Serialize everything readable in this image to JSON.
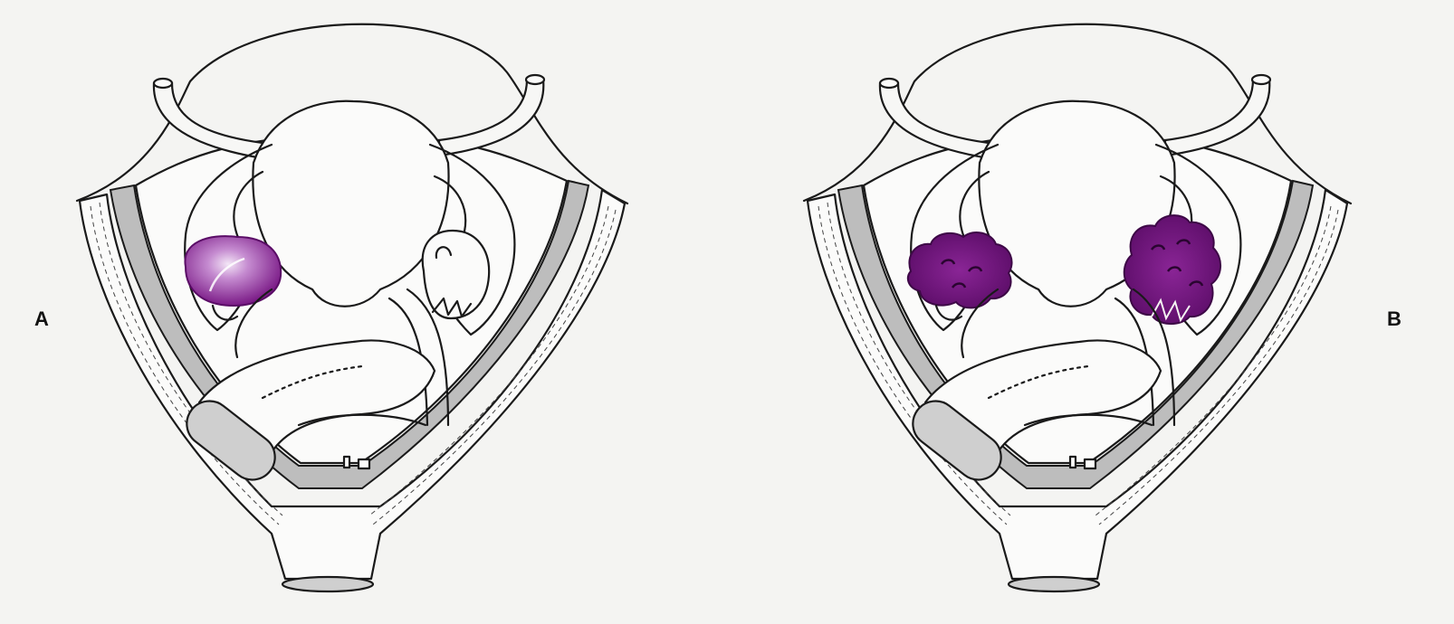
{
  "labels": {
    "a": "A",
    "b": "B"
  },
  "colors": {
    "background": "#f4f4f2",
    "lesion_purple": "#7a1a86",
    "lesion_highlight": "#d9b8e0",
    "lesion_dark": "#5a0c66",
    "shading_gray": "#bdbdbd"
  },
  "panels": [
    {
      "label_key": "a",
      "left_ovary": "purple-smooth",
      "right_ovary": "normal"
    },
    {
      "label_key": "b",
      "left_ovary": "purple-lobulated",
      "right_ovary": "purple-lobulated"
    }
  ]
}
